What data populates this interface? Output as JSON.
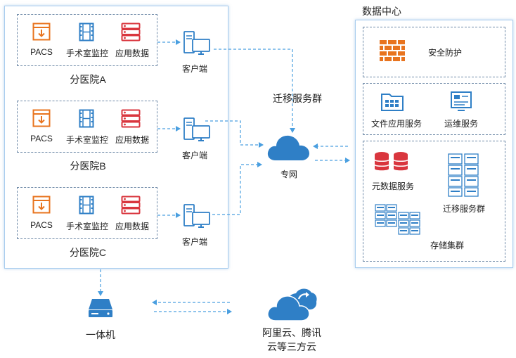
{
  "hospitals": [
    {
      "name": "分医院A",
      "apps": [
        "PACS",
        "手术室监控",
        "应用数据"
      ],
      "client": "客户端"
    },
    {
      "name": "分医院B",
      "apps": [
        "PACS",
        "手术室监控",
        "应用数据"
      ],
      "client": "客户端"
    },
    {
      "name": "分医院C",
      "apps": [
        "PACS",
        "手术室监控",
        "应用数据"
      ],
      "client": "客户端"
    }
  ],
  "network": {
    "migration_group": "迁移服务群",
    "private_network": "专网"
  },
  "datacenter": {
    "title": "数据中心",
    "security": "安全防护",
    "file_service": "文件应用服务",
    "ops_service": "运维服务",
    "metadata_service": "元数据服务",
    "migration_cluster": "迁移服务群",
    "storage_cluster": "存储集群"
  },
  "appliance": "一体机",
  "cloud": {
    "line1": "阿里云、腾讯",
    "line2": "云等三方云"
  },
  "colors": {
    "accent_blue": "#2f7fc6",
    "orange": "#e8741f",
    "red": "#d9363e",
    "dash": "#4a9fe0"
  }
}
